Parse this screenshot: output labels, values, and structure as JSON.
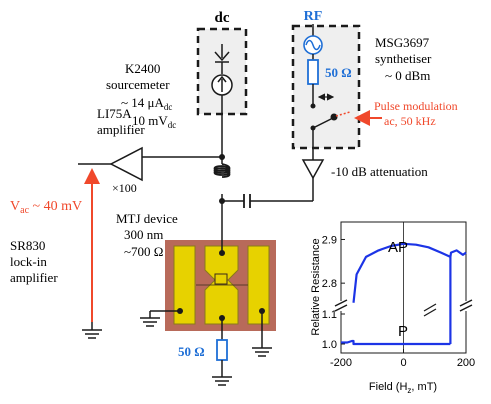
{
  "colors": {
    "wire": "#1a1a1a",
    "rf_blue": "#1f6fd6",
    "red": "#f0482b",
    "chip_bg": "#b86a5a",
    "electrode": "#e7d200",
    "electrode_edge": "#8a7a1a",
    "curve_blue": "#1c34e6",
    "box_fill": "#efefef"
  },
  "labels": {
    "dc": "dc",
    "rf": "RF",
    "k2400": [
      "K2400",
      "sourcemeter"
    ],
    "current": {
      "main": "~ 14 μA",
      "sub": "dc"
    },
    "voltage": {
      "main": "10 mV",
      "sub": "dc"
    },
    "msg": [
      "MSG3697",
      "synthetiser"
    ],
    "power": "~ 0 dBm",
    "rf_resistor": "50 Ω",
    "pulse": [
      "Pulse modulation",
      "ac, 50 kHz"
    ],
    "attenuation": "-10 dB attenuation",
    "amp": [
      "LI75A",
      "amplifier"
    ],
    "gain": "×100",
    "vac": {
      "main": "V",
      "sub": "ac",
      "rest": " ~ 40 mV"
    },
    "lockin": [
      "SR830",
      "lock-in",
      "amplifier"
    ],
    "mtj": [
      "MTJ device",
      "300 nm",
      "~700 Ω"
    ],
    "bottom_resistor": "50 Ω"
  },
  "chart_data": {
    "type": "line",
    "xlabel": "Field (Hz, mT)",
    "xlabel_parts": {
      "pre": "Field (H",
      "sub": "z",
      "post": ", mT)"
    },
    "ylabel": "Relative Resistance",
    "x_ticks": [
      "-200",
      "0",
      "200"
    ],
    "x_tick_values": [
      -200,
      0,
      200
    ],
    "upper_y_ticks": [
      "2.9",
      "2.8"
    ],
    "upper_y_tick_values": [
      2.9,
      2.8
    ],
    "lower_y_ticks": [
      "1.1",
      "1.0"
    ],
    "lower_y_tick_values": [
      1.1,
      1.0
    ],
    "xlim": [
      -200,
      200
    ],
    "upper_ylim": [
      2.75,
      2.94
    ],
    "lower_ylim": [
      0.97,
      1.13
    ],
    "annotations": [
      "AP",
      "P"
    ],
    "series": [
      {
        "segment": "AP branch",
        "x": [
          -160,
          -150,
          -120,
          -80,
          -40,
          0,
          40,
          80,
          120,
          150,
          152,
          170,
          190,
          200
        ],
        "y": [
          2.755,
          2.82,
          2.86,
          2.875,
          2.885,
          2.89,
          2.888,
          2.882,
          2.87,
          2.86,
          2.87,
          2.875,
          2.865,
          2.87
        ]
      },
      {
        "segment": "P branch",
        "x": [
          -200,
          -180,
          -165,
          -160,
          -160,
          -100,
          0,
          100,
          150
        ],
        "y": [
          1.005,
          1.005,
          1.01,
          1.01,
          1.0,
          1.0,
          1.0,
          1.0,
          1.0
        ]
      },
      {
        "segment": "AP to P switch",
        "x": [
          150,
          150
        ],
        "y": [
          2.86,
          1.0
        ]
      }
    ]
  }
}
